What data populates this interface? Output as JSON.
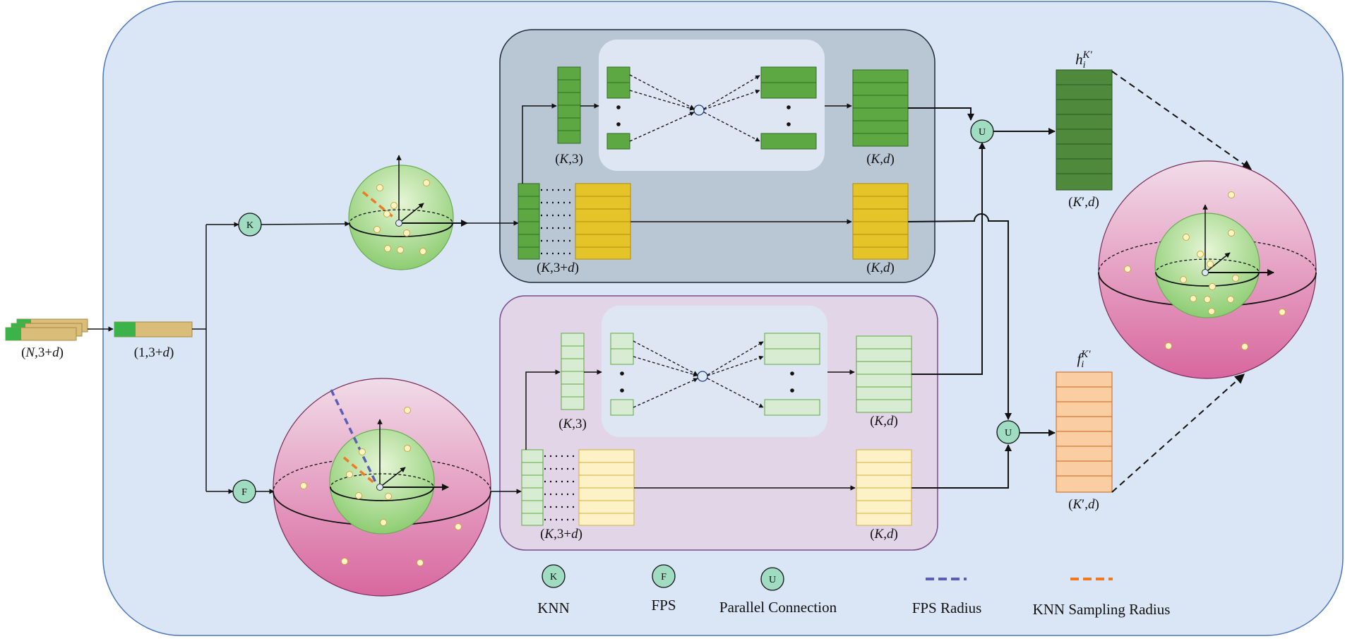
{
  "diagram": {
    "input_label_parts": [
      "(",
      "N",
      ",3+",
      "d",
      ")"
    ],
    "point_label_parts": [
      "(1,3+",
      "d",
      ")"
    ],
    "k3_label_parts": [
      "(",
      "K",
      ",3)"
    ],
    "kd_label_parts": [
      "(",
      "K",
      ",",
      "d",
      ")"
    ],
    "k3d_label_parts": [
      "(",
      "K",
      ",3+",
      "d",
      ")"
    ],
    "kpd_label_parts": [
      "(",
      "K",
      "′",
      ",",
      "d",
      ")"
    ],
    "h_label_parts": [
      "h",
      "i",
      "K′"
    ],
    "f_label_parts": [
      "f",
      "i",
      "K′"
    ],
    "node_knn": "K",
    "node_fps": "F",
    "node_union": "U"
  },
  "legend": [
    {
      "symbol": "K",
      "label": "KNN"
    },
    {
      "symbol": "F",
      "label": "FPS"
    },
    {
      "symbol": "U",
      "label": "Parallel Connection"
    },
    {
      "symbol": "dash-blue",
      "label": "FPS Radius"
    },
    {
      "symbol": "dash-orange",
      "label": "KNN Sampling Radius"
    }
  ],
  "colors": {
    "background": "#dae6f5",
    "top_panel": "#b9c6d3",
    "bottom_panel": "#e2d5e8",
    "dark_green": "#5ea843",
    "light_green": "#d8ecd3",
    "yellow": "#e4c428",
    "light_yellow": "#fdf1c6",
    "deep_green": "#4f8a3c",
    "orange": "#fbcda2",
    "node": "#9fdcc1",
    "fps_radius": "#5a5fb5",
    "knn_radius": "#ee7a26"
  }
}
